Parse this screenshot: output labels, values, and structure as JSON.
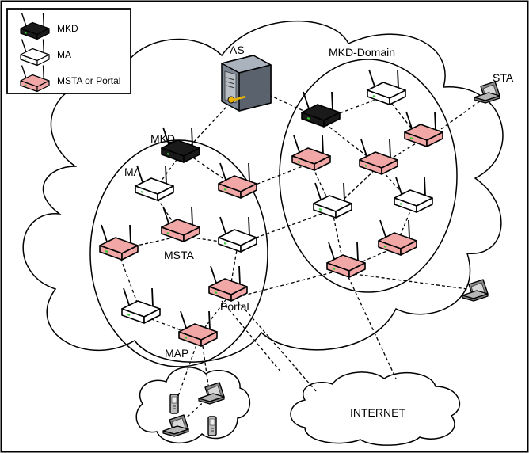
{
  "legend": {
    "items": [
      {
        "label": "MKD",
        "kind": "mkd"
      },
      {
        "label": "MA",
        "kind": "ma"
      },
      {
        "label": "MSTA or Portal",
        "kind": "msta"
      }
    ]
  },
  "labels": {
    "as": "AS",
    "mkd_domain": "MKD-Domain",
    "sta": "STA",
    "mkd": "MKD",
    "ma": "MA",
    "msta": "MSTA",
    "portal": "Portal",
    "map": "MAP",
    "internet": "INTERNET"
  },
  "colors": {
    "mkd": "#1a1a1a",
    "ma": "#ffffff",
    "msta": "#f2a7a7",
    "led": "#33cc33"
  },
  "icons": [
    "server-icon",
    "key-icon",
    "laptop-icon",
    "phone-icon",
    "router-icon",
    "cloud-icon"
  ]
}
